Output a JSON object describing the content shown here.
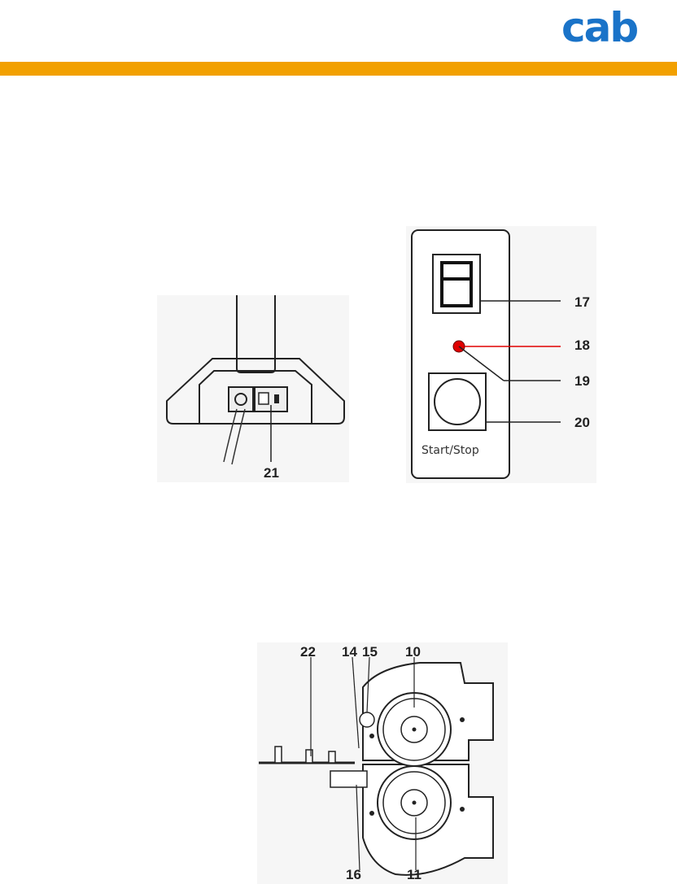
{
  "header": {
    "logo_text": "cab",
    "brand_color": "#1a73c8",
    "bar_color": "#f2a000"
  },
  "figure_power": {
    "callouts": [
      "21"
    ]
  },
  "figure_panel": {
    "callouts": [
      "17",
      "18",
      "19",
      "20"
    ],
    "button_label": "Start/Stop",
    "led_color": "#e00000"
  },
  "figure_rollers": {
    "callouts": [
      "22",
      "14",
      "15",
      "10",
      "16",
      "11"
    ]
  }
}
